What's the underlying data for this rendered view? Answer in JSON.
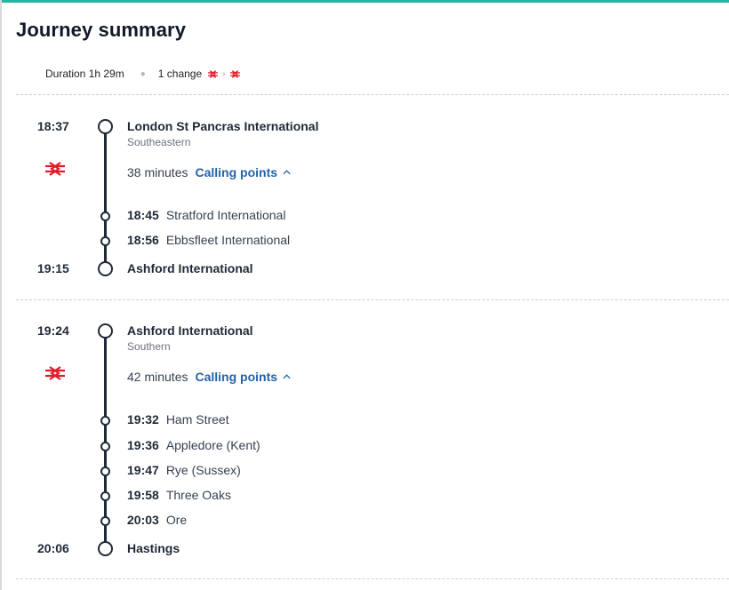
{
  "header": {
    "title": "Journey summary"
  },
  "summary": {
    "duration": "Duration 1h 29m",
    "changes": "1 change",
    "operator_icons": [
      "national-rail-icon",
      "national-rail-icon"
    ]
  },
  "colors": {
    "accent_bar": "#1fb8a4",
    "rail_icon": "#e11d2a",
    "link": "#2563a8",
    "line": "#1f2937"
  },
  "legs": [
    {
      "depart_time": "18:37",
      "depart_station": "London St Pancras International",
      "operator": "Southeastern",
      "duration": "38 minutes",
      "calling_points_label": "Calling points",
      "stops": [
        {
          "time": "18:45",
          "name": "Stratford International"
        },
        {
          "time": "18:56",
          "name": "Ebbsfleet International"
        }
      ],
      "arrive_time": "19:15",
      "arrive_station": "Ashford International"
    },
    {
      "depart_time": "19:24",
      "depart_station": "Ashford International",
      "operator": "Southern",
      "duration": "42 minutes",
      "calling_points_label": "Calling points",
      "stops": [
        {
          "time": "19:32",
          "name": "Ham Street"
        },
        {
          "time": "19:36",
          "name": "Appledore (Kent)"
        },
        {
          "time": "19:47",
          "name": "Rye (Sussex)"
        },
        {
          "time": "19:58",
          "name": "Three Oaks"
        },
        {
          "time": "20:03",
          "name": "Ore"
        }
      ],
      "arrive_time": "20:06",
      "arrive_station": "Hastings"
    }
  ]
}
